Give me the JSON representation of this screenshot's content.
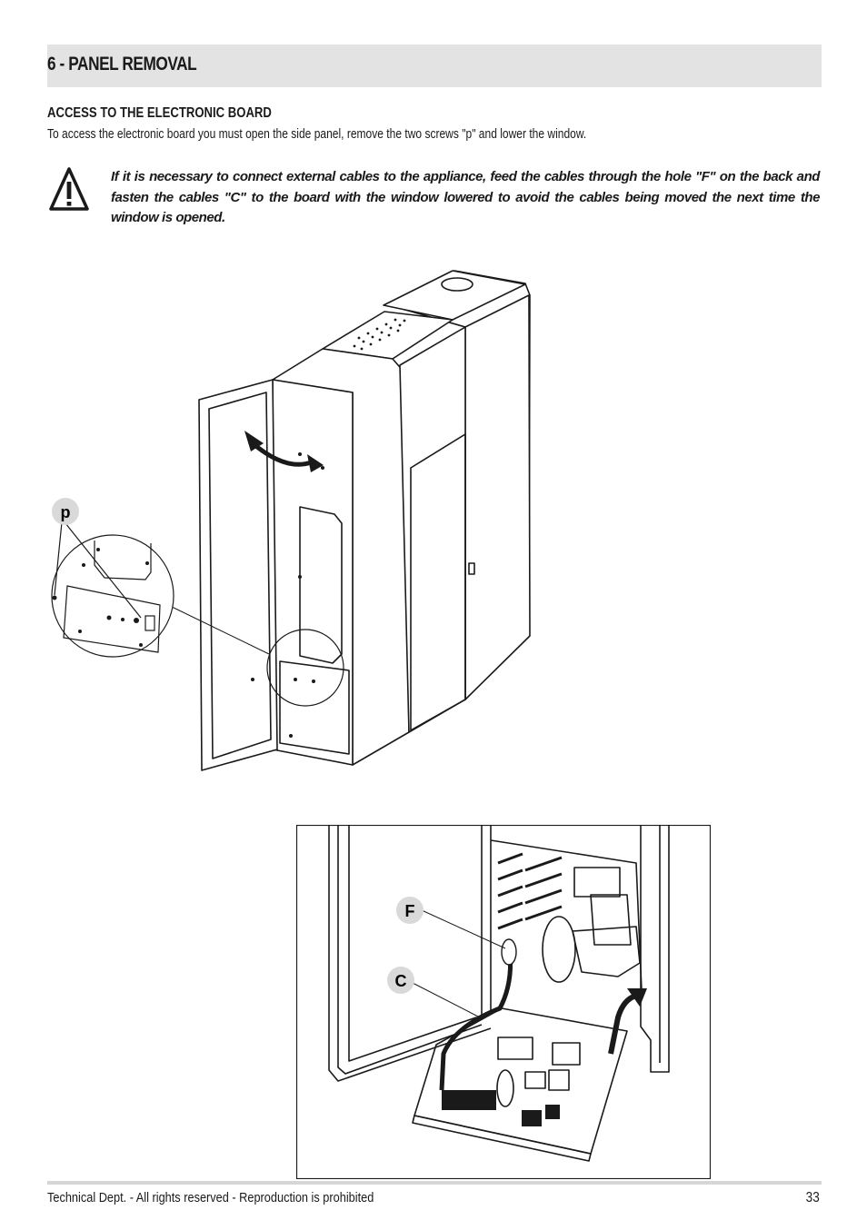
{
  "section": {
    "title": "6 - PANEL REMOVAL"
  },
  "access": {
    "heading": "ACCESS TO THE ELECTRONIC BOARD",
    "text": "To access the electronic board you must open the side panel, remove the two screws \"p\" and lower the window."
  },
  "warning": {
    "icon": "warning-triangle-icon",
    "text": "If it is necessary to connect external cables to the appliance, feed the cables through the hole \"F\" on the back and fasten the cables \"C\" to the board with the window lowered to avoid the cables being moved the next time the window is opened."
  },
  "figure1": {
    "callout_p": "p"
  },
  "figure2": {
    "callout_f": "F",
    "callout_c": "C"
  },
  "footer": {
    "text": "Technical Dept. - All rights reserved - Reproduction is prohibited",
    "page": "33"
  }
}
